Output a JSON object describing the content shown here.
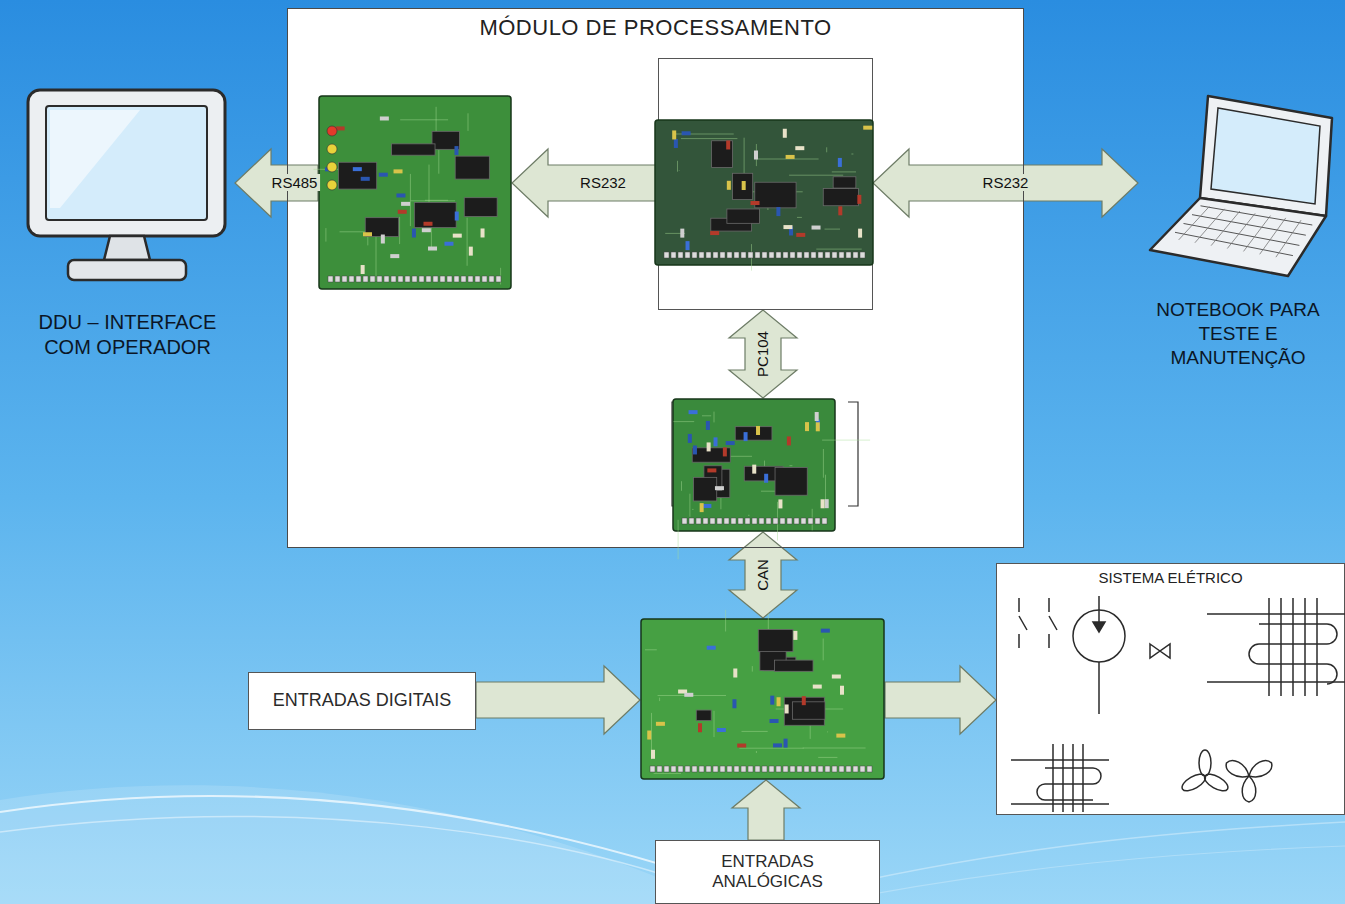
{
  "diagram": {
    "nodes": [
      {
        "text": [
          "MÓDULO DE PROCESSAMENTO"
        ]
      },
      {
        "text": [
          "DDU – INTERFACE COM OPERADOR"
        ]
      },
      {
        "text": [],
        "in": 0
      },
      {
        "text": [],
        "in": 0
      },
      {
        "text": [
          "NOTEBOOK PARA TESTE E MANUTENÇÃO"
        ]
      },
      {
        "text": [],
        "in": 0
      },
      {
        "text": [
          "ENTRADAS DIGITAIS"
        ]
      },
      {
        "text": []
      },
      {
        "text": [
          "SISTEMA ELÉTRICO"
        ]
      },
      {
        "text": [
          "ENTRADAS ANALÓGICAS"
        ]
      }
    ],
    "edges": [
      {
        "from": 2,
        "to": 1,
        "label": "RS485",
        "arrow": "to"
      },
      {
        "from": 3,
        "to": 2,
        "label": "RS232",
        "arrow": "to"
      },
      {
        "from": 3,
        "to": 4,
        "label": "RS232",
        "arrow": "both"
      },
      {
        "from": 3,
        "to": 5,
        "label": "PC104",
        "arrow": "both"
      },
      {
        "from": 5,
        "to": 7,
        "label": "CAN",
        "arrow": "both"
      },
      {
        "from": 6,
        "to": 7,
        "arrow": "to"
      },
      {
        "from": 9,
        "to": 7,
        "arrow": "to"
      },
      {
        "from": 7,
        "to": 8,
        "arrow": "to"
      }
    ]
  }
}
